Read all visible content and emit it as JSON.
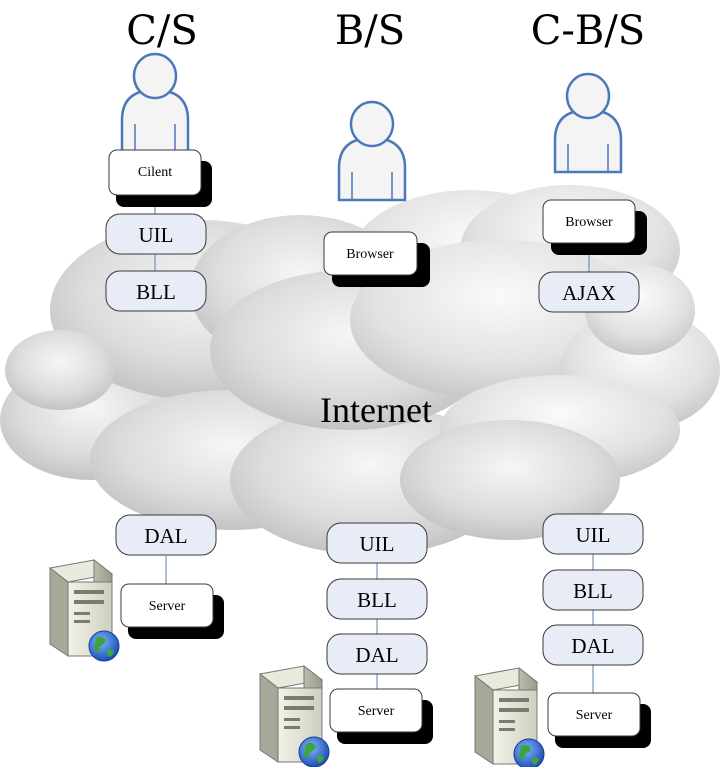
{
  "titles": {
    "cs": "C/S",
    "bs": "B/S",
    "cbs": "C-B/S"
  },
  "cloud_label": "Internet",
  "cs": {
    "client_label": "Cilent",
    "uil_label": "UIL",
    "bll_label": "BLL",
    "dal_label": "DAL",
    "server_label": "Server"
  },
  "bs": {
    "browser_label": "Browser",
    "uil_label": "UIL",
    "bll_label": "BLL",
    "dal_label": "DAL",
    "server_label": "Server"
  },
  "cbs": {
    "browser_label": "Browser",
    "ajax_label": "AJAX",
    "uil_label": "UIL",
    "bll_label": "BLL",
    "dal_label": "DAL",
    "server_label": "Server"
  },
  "colors": {
    "cloud_light": "#eeeeee",
    "cloud_dark": "#b5b5b5",
    "layer_fill": "#e8ecf6",
    "user_outline": "#4a78b8",
    "link": "#5a7fb0"
  },
  "icons": {
    "user": "user-icon",
    "server": "server-icon",
    "globe": "globe-icon"
  }
}
